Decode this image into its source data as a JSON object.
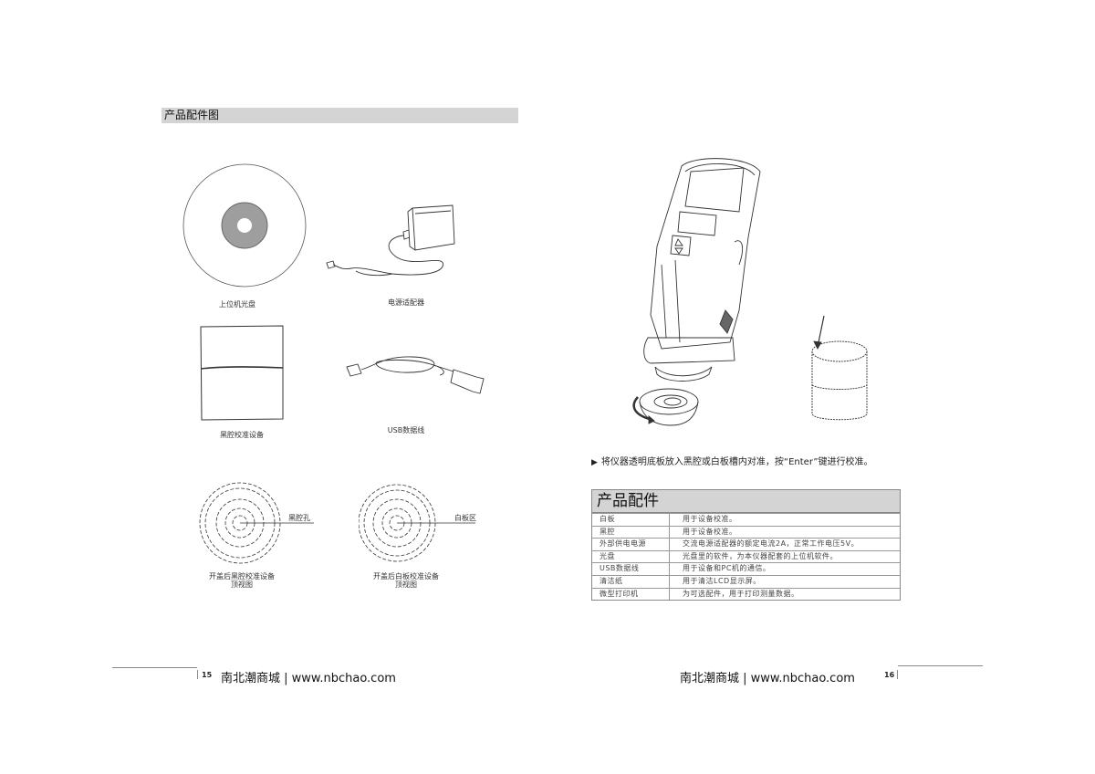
{
  "left_page": {
    "section_title": "产品配件图",
    "items": [
      {
        "id": "cd",
        "caption": "上位机光盘"
      },
      {
        "id": "power-adapter",
        "caption": "电源适配器"
      },
      {
        "id": "black-cavity-device",
        "caption": "黑腔校准设备"
      },
      {
        "id": "usb-cable",
        "caption": "USB数据线"
      }
    ],
    "top_views": [
      {
        "callout": "黑腔孔",
        "caption_line1": "开盖后黑腔校准设备",
        "caption_line2": "顶视图"
      },
      {
        "callout": "白板区",
        "caption_line1": "开盖后白板校准设备",
        "caption_line2": "顶视图"
      }
    ],
    "footer": {
      "page_number": "15",
      "brand": "南北潮商城 | www.nbchao.com"
    }
  },
  "right_page": {
    "instruction_marker": "▶",
    "instruction": "将仪器透明底板放入黑腔或白板槽内对准，按“Enter”键进行校准。",
    "table": {
      "title": "产品配件",
      "rows": [
        {
          "name": "白板",
          "desc": "用于设备校准。"
        },
        {
          "name": "黑腔",
          "desc": "用于设备校准。"
        },
        {
          "name": "外部供电电源",
          "desc": "交流电源适配器的额定电流2A，正常工作电压5V。"
        },
        {
          "name": "光盘",
          "desc": "光盘里的软件，为本仪器配套的上位机软件。"
        },
        {
          "name": "USB数据线",
          "desc": "用于设备和PC机的通信。"
        },
        {
          "name": "清洁纸",
          "desc": "用于清洁LCD显示屏。"
        },
        {
          "name": "微型打印机",
          "desc": "为可选配件，用于打印测量数据。"
        }
      ]
    },
    "footer": {
      "page_number": "16",
      "brand": "南北潮商城 | www.nbchao.com"
    }
  }
}
